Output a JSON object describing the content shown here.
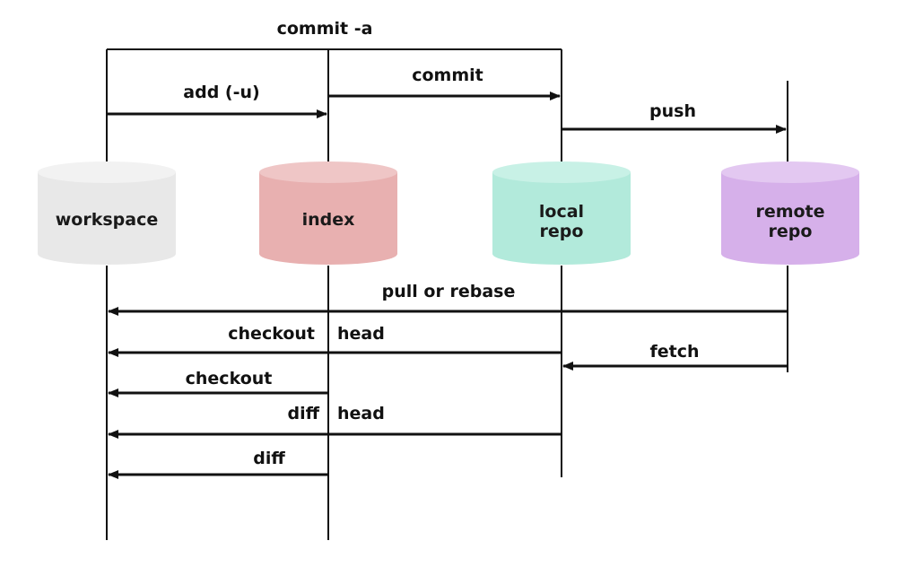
{
  "stores": [
    {
      "id": "workspace",
      "label_lines": [
        "workspace"
      ],
      "color": "#e8e8e8",
      "top_color": "#f2f2f2"
    },
    {
      "id": "index",
      "label_lines": [
        "index"
      ],
      "color": "#e8b0b0",
      "top_color": "#efc6c6"
    },
    {
      "id": "local-repo",
      "label_lines": [
        "local",
        "repo"
      ],
      "color": "#b2eadb",
      "top_color": "#c8f1e6"
    },
    {
      "id": "remote-repo",
      "label_lines": [
        "remote",
        "repo"
      ],
      "color": "#d6b0ea",
      "top_color": "#e3c8f1"
    }
  ],
  "commands": {
    "commit_a": "commit -a",
    "add": "add (-u)",
    "commit": "commit",
    "push": "push",
    "pull_or_rebase": "pull or rebase",
    "checkout_head": "checkout",
    "head_1": "head",
    "fetch": "fetch",
    "checkout": "checkout",
    "diff_head": "diff",
    "head_2": "head",
    "diff": "diff"
  }
}
